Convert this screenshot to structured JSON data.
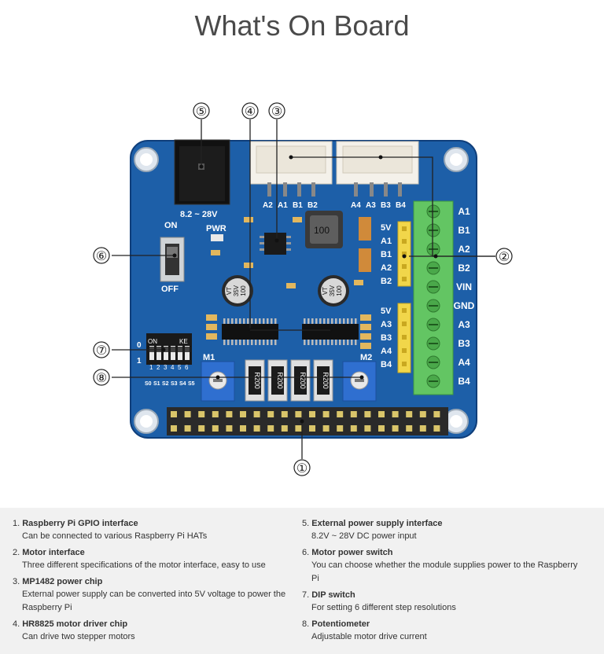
{
  "page": {
    "title": "What's On Board"
  },
  "colors": {
    "pcb": "#1d5fa8",
    "pcb_edge": "#0f3e7a",
    "terminal": "#63c563",
    "potentiometer": "#2f6fd0",
    "header": "#2a2a2a",
    "legend_bg": "#f1f1f1"
  },
  "callouts": [
    "①",
    "②",
    "③",
    "④",
    "⑤",
    "⑥",
    "⑦",
    "⑧"
  ],
  "board": {
    "voltage_label": "8.2 ~ 28V",
    "pwr_label": "PWR",
    "switch_on": "ON",
    "switch_off": "OFF",
    "motor_conn_1": [
      "A2",
      "A1",
      "B1",
      "B2"
    ],
    "motor_conn_2": [
      "A4",
      "A3",
      "B3",
      "B4"
    ],
    "header_upper": [
      "5V",
      "A1",
      "B1",
      "A2",
      "B2"
    ],
    "header_lower": [
      "5V",
      "A3",
      "B3",
      "A4",
      "B4"
    ],
    "terminal_labels": [
      "A1",
      "B1",
      "A2",
      "B2",
      "VIN",
      "GND",
      "A3",
      "B3",
      "A4",
      "B4"
    ],
    "dip_on": "ON",
    "dip_ke": "KE",
    "dip_0": "0",
    "dip_1": "1",
    "dip_numbers": [
      "1",
      "2",
      "3",
      "4",
      "5",
      "6"
    ],
    "dip_labels": [
      "S0",
      "S1",
      "S2",
      "S3",
      "S4",
      "S5"
    ],
    "m1": "M1",
    "m2": "M2",
    "cap_text": [
      "100",
      "35V",
      "VT"
    ],
    "inductor_text": "100",
    "resistor_text": [
      "R200",
      "R200",
      "R200",
      "R200"
    ]
  },
  "legend": {
    "left": [
      {
        "num": "1.",
        "name": "Raspberry Pi GPIO interface",
        "desc": [
          "Can be connected to various Raspberry Pi HATs"
        ]
      },
      {
        "num": "2.",
        "name": "Motor interface",
        "desc": [
          "Three different specifications of the motor interface, easy to use"
        ]
      },
      {
        "num": "3.",
        "name": "MP1482 power chip",
        "desc": [
          "External power supply can be converted into 5V voltage to power the",
          "Raspberry Pi"
        ]
      },
      {
        "num": "4.",
        "name": "HR8825 motor driver chip",
        "desc": [
          "Can drive two stepper motors"
        ]
      }
    ],
    "right": [
      {
        "num": "5.",
        "name": "External power supply interface",
        "desc": [
          "8.2V ~ 28V DC power input"
        ]
      },
      {
        "num": "6.",
        "name": "Motor power switch",
        "desc": [
          "You can choose whether the module supplies power to the Raspberry",
          "Pi"
        ]
      },
      {
        "num": "7.",
        "name": "DIP switch",
        "desc": [
          "For setting 6 different step resolutions"
        ]
      },
      {
        "num": "8.",
        "name": "Potentiometer",
        "desc": [
          "Adjustable motor drive current"
        ]
      }
    ]
  }
}
